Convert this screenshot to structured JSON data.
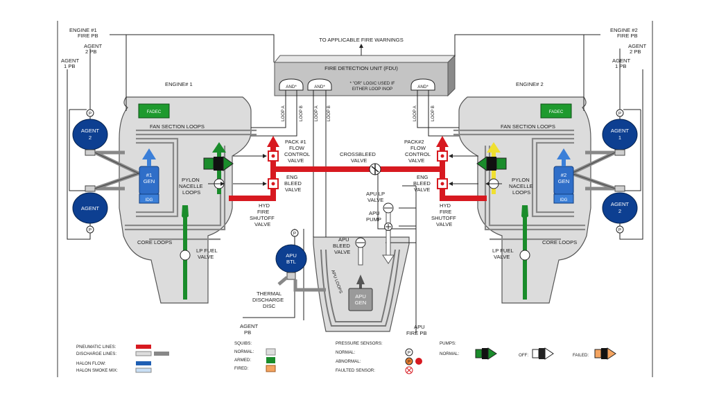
{
  "labels": {
    "fire_warnings": "TO APPLICABLE FIRE WARNINGS",
    "fdu": "FIRE DETECTION UNIT (FDU)",
    "and": "AND*",
    "or_note_1": "* \"OR\" LOGIC USED IF",
    "or_note_2": "EITHER LOOP INOP",
    "loop_a": "LOOP A",
    "loop_b": "LOOP B",
    "eng1_firepb_1": "ENGINE #1",
    "eng1_firepb_2": "FIRE PB",
    "eng2_firepb_1": "ENGINE #2",
    "eng2_firepb_2": "FIRE PB",
    "agent2pb_1": "AGENT",
    "agent2pb_2": "2 PB",
    "agent1pb_1": "AGENT",
    "agent1pb_2": "1 PB",
    "engine1": "ENGINE# 1",
    "engine2": "ENGINE# 2",
    "fadec": "FADEC",
    "fan_loops": "FAN SECTION LOOPS",
    "agent": "AGENT",
    "agent_1": "1",
    "agent_2": "2",
    "gen1_1": "#1",
    "gen1_2": "GEN",
    "gen2_1": "#2",
    "gen2_2": "GEN",
    "idg": "IDG",
    "pylon_1": "PYLON",
    "pylon_2": "NACELLE",
    "pylon_3": "LOOPS",
    "core_loops": "CORE LOOPS",
    "lp_fuel_1": "LP FUEL",
    "lp_fuel_2": "VALVE",
    "pack1_1": "PACK #1",
    "pack1_2": "FLOW",
    "pack1_3": "CONTROL",
    "pack1_4": "VALVE",
    "pack2_1": "PACK#2",
    "pack2_2": "FLOW",
    "pack2_3": "CONTROL",
    "pack2_4": "VALVE",
    "crossbleed_1": "CROSSBLEED",
    "crossbleed_2": "VALVE",
    "eng_bleed_1": "ENG",
    "eng_bleed_2": "BLEED",
    "eng_bleed_3": "VALVE",
    "hyd_1": "HYD",
    "hyd_2": "FIRE",
    "hyd_3": "SHUTOFF",
    "hyd_4": "VALVE",
    "apu_lp_1": "APU LP",
    "apu_lp_2": "VALVE",
    "apu_pump_1": "APU",
    "apu_pump_2": "PUMP",
    "apu_bleed_1": "APU",
    "apu_bleed_2": "BLEED",
    "apu_bleed_3": "VALVE",
    "apu_btl_1": "APU",
    "apu_btl_2": "BTL",
    "apu_loops": "APU LOOPS",
    "apu_gen_1": "APU",
    "apu_gen_2": "GEN",
    "thermal_1": "THERMAL",
    "thermal_2": "DISCHARGE",
    "thermal_3": "DISC",
    "agent_pb_1": "AGENT",
    "agent_pb_2": "PB",
    "apu_fire_pb_1": "APU",
    "apu_fire_pb_2": "FIRE PB",
    "p": "P"
  },
  "legend": {
    "pneumatic": "PNEUMATIC LINES:",
    "discharge": "DISCHARGE LINES:",
    "halon_flow": "HALON FLOW:",
    "halon_smoke": "HALON SMOKE MIX:",
    "squibs": "SQUIBS:",
    "normal": "NORMAL:",
    "armed": "ARMED:",
    "fired": "FIRED:",
    "pressure_sensors": "PRESSURE SENSORS:",
    "ps_normal": "NORMAL:",
    "abnormal": "ABNORMAL:",
    "faulted": "FAULTED SENSOR:",
    "pumps": "PUMPS:",
    "pumps_normal": "NORMAL:",
    "off": "OFF:",
    "failed": "FAILED:",
    "p": "P"
  },
  "colors": {
    "pneumatic": "#d71920",
    "fuel": "#1a8c2b",
    "halon": "#1f5fb4",
    "agent_bottle": "#0d3f91",
    "hyd": "#f0e030",
    "nacelle": "#dcdcdc",
    "fdu": "#c4c4c4"
  }
}
